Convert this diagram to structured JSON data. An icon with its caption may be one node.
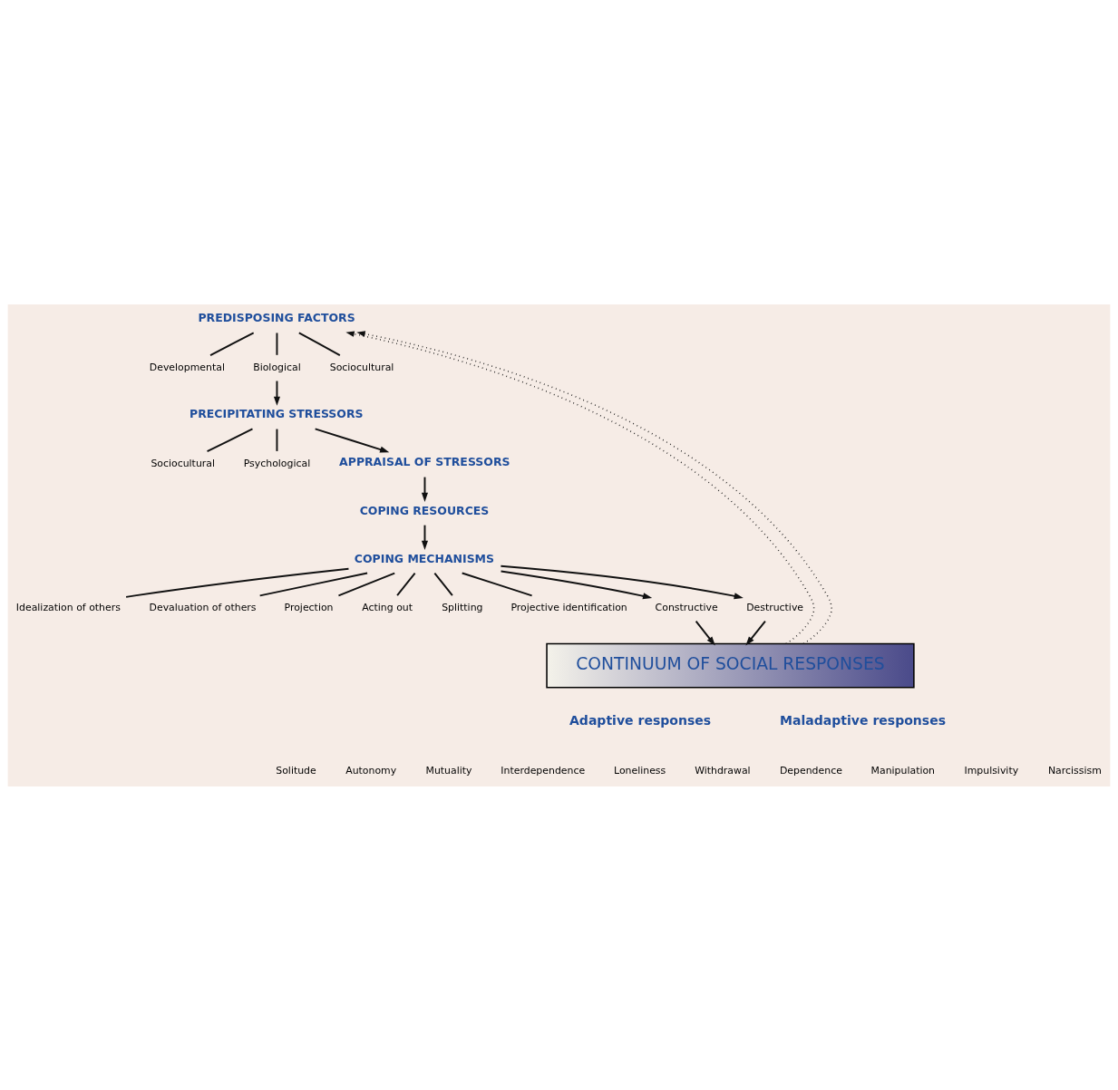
{
  "diagram": {
    "nodes": [
      {
        "text": [
          "PREDISPOSING FACTORS"
        ]
      },
      {
        "text": [
          "Developmental"
        ]
      },
      {
        "text": [
          "Biological"
        ]
      },
      {
        "text": [
          "Sociocultural"
        ]
      },
      {
        "text": [
          "PRECIPITATING STRESSORS"
        ]
      },
      {
        "text": [
          "Sociocultural"
        ]
      },
      {
        "text": [
          "Psychological"
        ]
      },
      {
        "text": [
          "APPRAISAL OF STRESSORS"
        ]
      },
      {
        "text": [
          "COPING RESOURCES"
        ]
      },
      {
        "text": [
          "COPING MECHANISMS"
        ]
      },
      {
        "text": [
          "Idealization of others"
        ]
      },
      {
        "text": [
          "Devaluation of others"
        ]
      },
      {
        "text": [
          "Projection"
        ]
      },
      {
        "text": [
          "Acting out"
        ]
      },
      {
        "text": [
          "Splitting"
        ]
      },
      {
        "text": [
          "Projective identification"
        ]
      },
      {
        "text": [
          "Constructive"
        ]
      },
      {
        "text": [
          "Destructive"
        ]
      },
      {
        "text": [
          "CONTINUUM OF SOCIAL RESPONSES"
        ]
      }
    ],
    "edges": [
      {
        "from": 0,
        "to": 1,
        "arrow": "none"
      },
      {
        "from": 0,
        "to": 2,
        "arrow": "none"
      },
      {
        "from": 0,
        "to": 3,
        "arrow": "none"
      },
      {
        "from": 2,
        "to": 4,
        "arrow": "to"
      },
      {
        "from": 4,
        "to": 5,
        "arrow": "none"
      },
      {
        "from": 4,
        "to": 6,
        "arrow": "none"
      },
      {
        "from": 4,
        "to": 7,
        "arrow": "to"
      },
      {
        "from": 7,
        "to": 8,
        "arrow": "to"
      },
      {
        "from": 8,
        "to": 9,
        "arrow": "to"
      },
      {
        "from": 9,
        "to": 10,
        "arrow": "none"
      },
      {
        "from": 9,
        "to": 11,
        "arrow": "none"
      },
      {
        "from": 9,
        "to": 12,
        "arrow": "none"
      },
      {
        "from": 9,
        "to": 13,
        "arrow": "none"
      },
      {
        "from": 9,
        "to": 14,
        "arrow": "none"
      },
      {
        "from": 9,
        "to": 15,
        "arrow": "none"
      },
      {
        "from": 9,
        "to": 16,
        "arrow": "to"
      },
      {
        "from": 9,
        "to": 17,
        "arrow": "to"
      },
      {
        "from": 16,
        "to": 18,
        "arrow": "to"
      },
      {
        "from": 17,
        "to": 18,
        "arrow": "to"
      },
      {
        "from": 18,
        "to": 0,
        "arrow": "to",
        "style": "dashed"
      },
      {
        "from": 18,
        "to": 0,
        "arrow": "to",
        "style": "dashed"
      }
    ],
    "labels": [
      "Adaptive responses",
      "Maladaptive responses",
      "Solitude",
      "Autonomy",
      "Mutuality",
      "Interdependence",
      "Loneliness",
      "Withdrawal",
      "Dependence",
      "Manipulation",
      "Impulsivity",
      "Narcissism"
    ]
  }
}
